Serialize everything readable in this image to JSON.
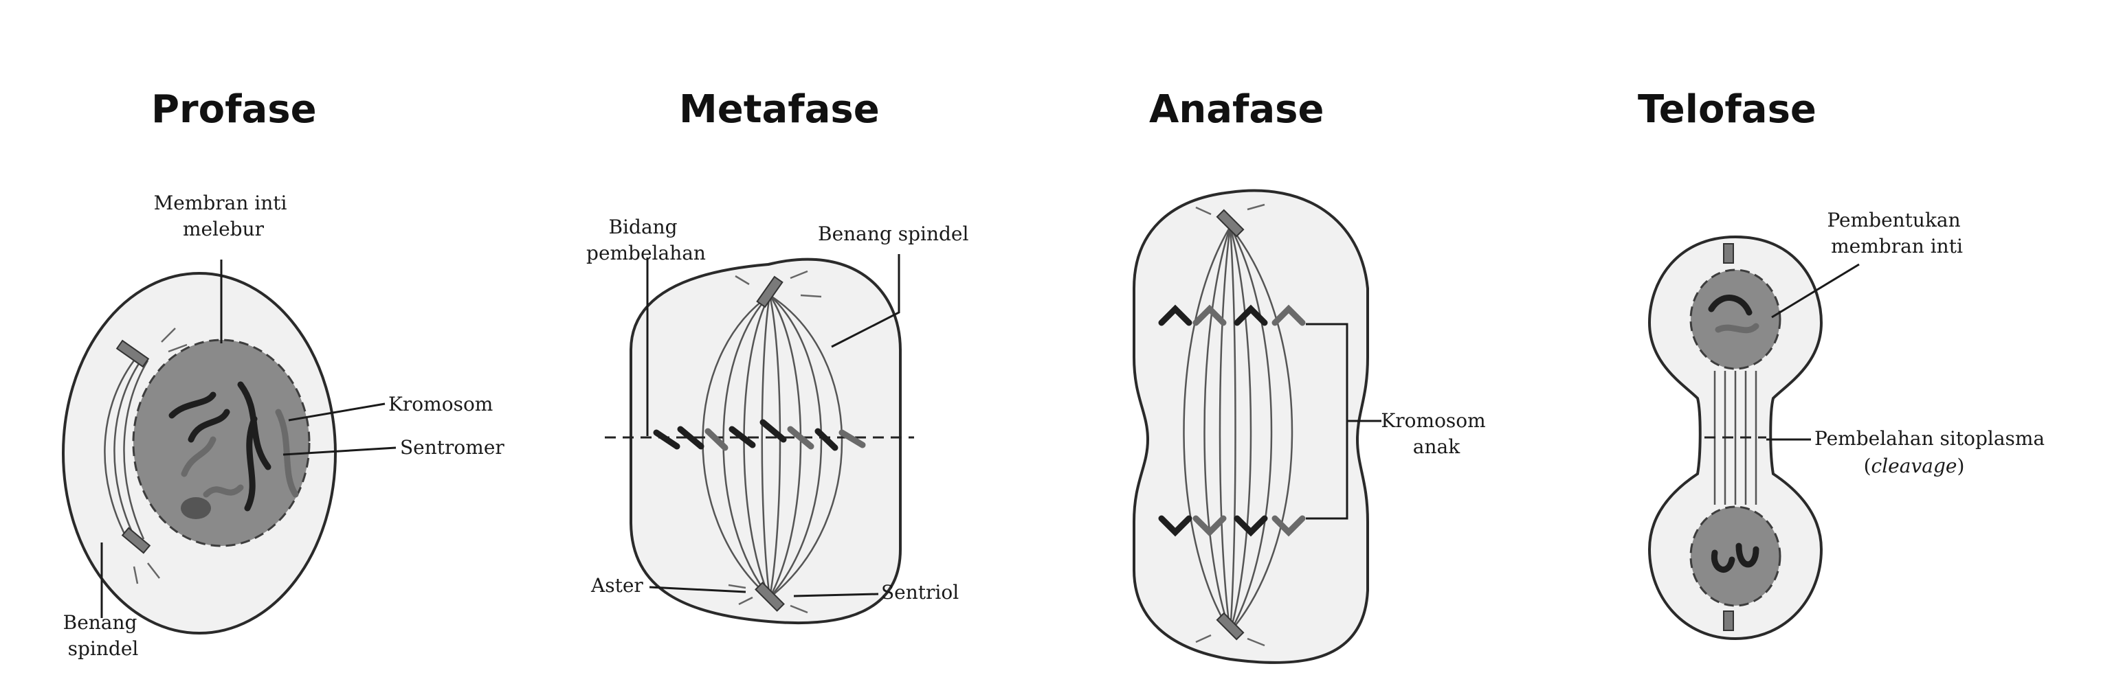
{
  "stages": [
    {
      "title": "Profase",
      "labels": {
        "nuclear_membrane": [
          "Membran inti",
          "melebur"
        ],
        "chromosome": "Kromosom",
        "centromere": "Sentromer",
        "spindle": [
          "Benang",
          "spindel"
        ]
      }
    },
    {
      "title": "Metafase",
      "labels": {
        "division_plane": [
          "Bidang",
          "pembelahan"
        ],
        "spindle": "Benang spindel",
        "aster": "Aster",
        "centriole": "Sentriol"
      }
    },
    {
      "title": "Anafase",
      "labels": {
        "daughter_chromosome": [
          "Kromosom",
          "anak"
        ]
      }
    },
    {
      "title": "Telofase",
      "labels": {
        "membrane_formation": [
          "Pembentukan",
          "membran inti"
        ],
        "cleavage": "Pembelahan sitoplasma",
        "cleavage_term": "cleavage"
      }
    }
  ],
  "colors": {
    "cell_fill": "#f1f1f1",
    "nucleus_fill": "#8a8a8a",
    "outline": "#2a2a2a"
  }
}
